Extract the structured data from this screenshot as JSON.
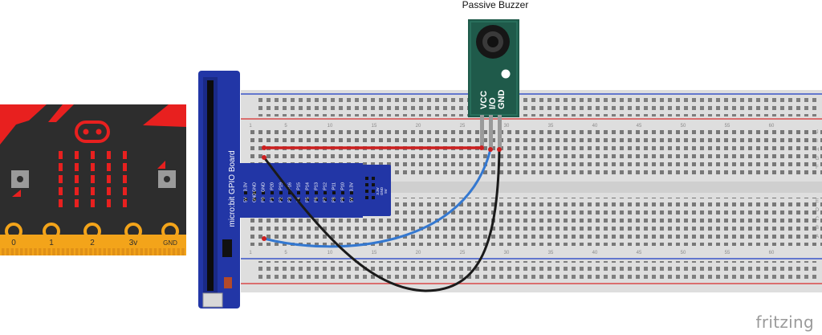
{
  "buzzer": {
    "title": "Passive Buzzer",
    "pins": [
      "VCC",
      "I/O",
      "GND"
    ]
  },
  "gpio_board": {
    "label": "micro:bit GPIO Board",
    "top_pins": [
      "3.3V",
      "GND",
      "GND",
      "P20",
      "P19",
      "P16",
      "P15",
      "P14",
      "P13",
      "P12",
      "P11",
      "P10",
      "3.3V"
    ],
    "bottom_pins": [
      "5V",
      "GND",
      "P0",
      "P1",
      "P2",
      "P3",
      "P4",
      "P5",
      "P6",
      "P7",
      "P8",
      "P9",
      "5V"
    ],
    "small_labels": [
      "3.3V",
      "GND",
      "5V"
    ]
  },
  "microbit": {
    "edge_pins": [
      "0",
      "1",
      "2",
      "3v",
      "GND"
    ]
  },
  "breadboard": {
    "column_numbers": [
      "1",
      "5",
      "10",
      "15",
      "20",
      "25",
      "30",
      "35",
      "40",
      "45",
      "50",
      "55",
      "60"
    ],
    "row_letters_upper": [
      "J",
      "I",
      "H",
      "G",
      "F"
    ],
    "row_letters_lower": [
      "E",
      "D",
      "C",
      "B",
      "A"
    ]
  },
  "colors": {
    "board_blue": "#2236a6",
    "buzzer_green": "#1f5a4a",
    "microbit_body": "#2d2d2d",
    "led_red": "#e8201f",
    "pin_gold": "#f3a41a",
    "wire_red": "#cc1f1f",
    "wire_blue": "#3478d0",
    "wire_black": "#1a1a1a"
  },
  "icons": [
    "fritzing-logo"
  ],
  "brand": "fritzing"
}
